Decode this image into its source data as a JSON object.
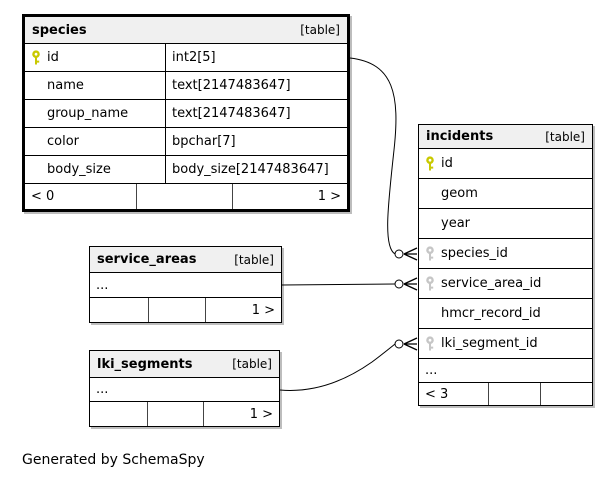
{
  "page": {
    "footer_note": "Generated by SchemaSpy"
  },
  "colors": {
    "primary_key_icon": "#c9c900",
    "foreign_key_icon": "#c6c6c6",
    "header_background": "#f0f0f0",
    "table_border": "#000000",
    "shadow": "#bdbdbd"
  },
  "tables": {
    "species": {
      "title": "species",
      "tag": "[table]",
      "columns": [
        {
          "name": "id",
          "type": "int2[5]",
          "key": "primary"
        },
        {
          "name": "name",
          "type": "text[2147483647]",
          "key": ""
        },
        {
          "name": "group_name",
          "type": "text[2147483647]",
          "key": ""
        },
        {
          "name": "color",
          "type": "bpchar[7]",
          "key": ""
        },
        {
          "name": "body_size",
          "type": "body_size[2147483647]",
          "key": ""
        }
      ],
      "footer": {
        "left": "< 0",
        "middle": "",
        "right": "1 >"
      }
    },
    "incidents": {
      "title": "incidents",
      "tag": "[table]",
      "columns": [
        {
          "name": "id",
          "key": "primary"
        },
        {
          "name": "geom",
          "key": ""
        },
        {
          "name": "year",
          "key": ""
        },
        {
          "name": "species_id",
          "key": "foreign"
        },
        {
          "name": "service_area_id",
          "key": "foreign"
        },
        {
          "name": "hmcr_record_id",
          "key": ""
        },
        {
          "name": "lki_segment_id",
          "key": "foreign"
        },
        {
          "name": "...",
          "key": ""
        }
      ],
      "footer": {
        "left": "< 3",
        "middle": "",
        "right": ""
      }
    },
    "service_areas": {
      "title": "service_areas",
      "tag": "[table]",
      "columns": [
        {
          "name": "...",
          "key": ""
        }
      ],
      "footer": {
        "left": "",
        "middle": "",
        "right": "1 >"
      }
    },
    "lki_segments": {
      "title": "lki_segments",
      "tag": "[table]",
      "columns": [
        {
          "name": "...",
          "key": ""
        }
      ],
      "footer": {
        "left": "",
        "middle": "",
        "right": "1 >"
      }
    }
  },
  "relationships": [
    {
      "from": "species.id",
      "to": "incidents.species_id"
    },
    {
      "from": "service_areas",
      "to": "incidents.service_area_id"
    },
    {
      "from": "lki_segments",
      "to": "incidents.lki_segment_id"
    }
  ]
}
